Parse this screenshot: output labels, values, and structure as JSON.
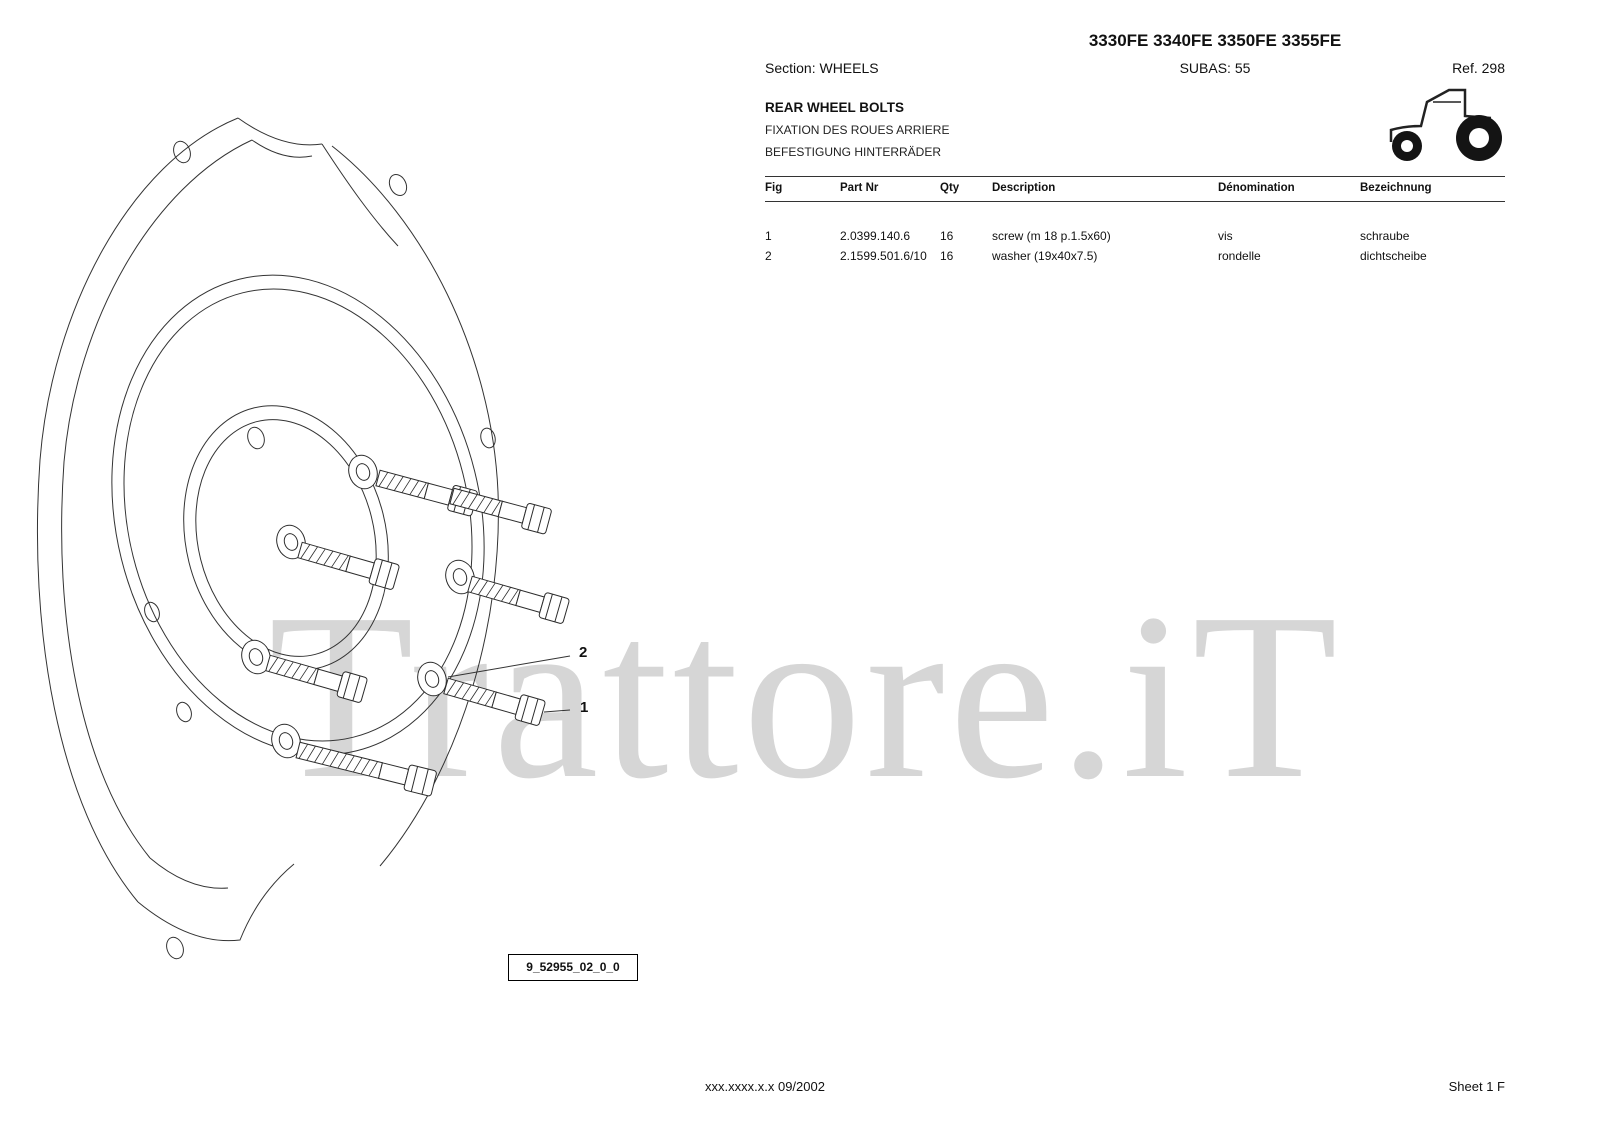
{
  "header": {
    "models": "3330FE 3340FE 3350FE 3355FE",
    "section": "Section: WHEELS",
    "subas": "SUBAS: 55",
    "ref": "Ref. 298"
  },
  "titles": {
    "main": "REAR WHEEL BOLTS",
    "french": "FIXATION DES ROUES ARRIERE",
    "german": "BEFESTIGUNG HINTERRÄDER"
  },
  "table": {
    "headers": [
      "Fig",
      "Part Nr",
      "Qty",
      "Description",
      "Dénomination",
      "Bezeichnung"
    ],
    "rows": [
      {
        "fig": "1",
        "part_nr": "2.0399.140.6",
        "qty": "16",
        "description": "screw (m 18 p.1.5x60)",
        "denomination": "vis",
        "bezeichnung": "schraube"
      },
      {
        "fig": "2",
        "part_nr": "2.1599.501.6/10",
        "qty": "16",
        "description": "washer (19x40x7.5)",
        "denomination": "rondelle",
        "bezeichnung": "dichtscheibe"
      }
    ]
  },
  "diagram": {
    "callout_1": "1",
    "callout_2": "2",
    "drawing_code": "9_52955_02_0_0",
    "icons": {
      "tractor": "tractor-icon"
    }
  },
  "watermark": "Trattore.iT",
  "footer": {
    "left": "xxx.xxxx.x.x  09/2002",
    "right": "Sheet 1 F"
  }
}
